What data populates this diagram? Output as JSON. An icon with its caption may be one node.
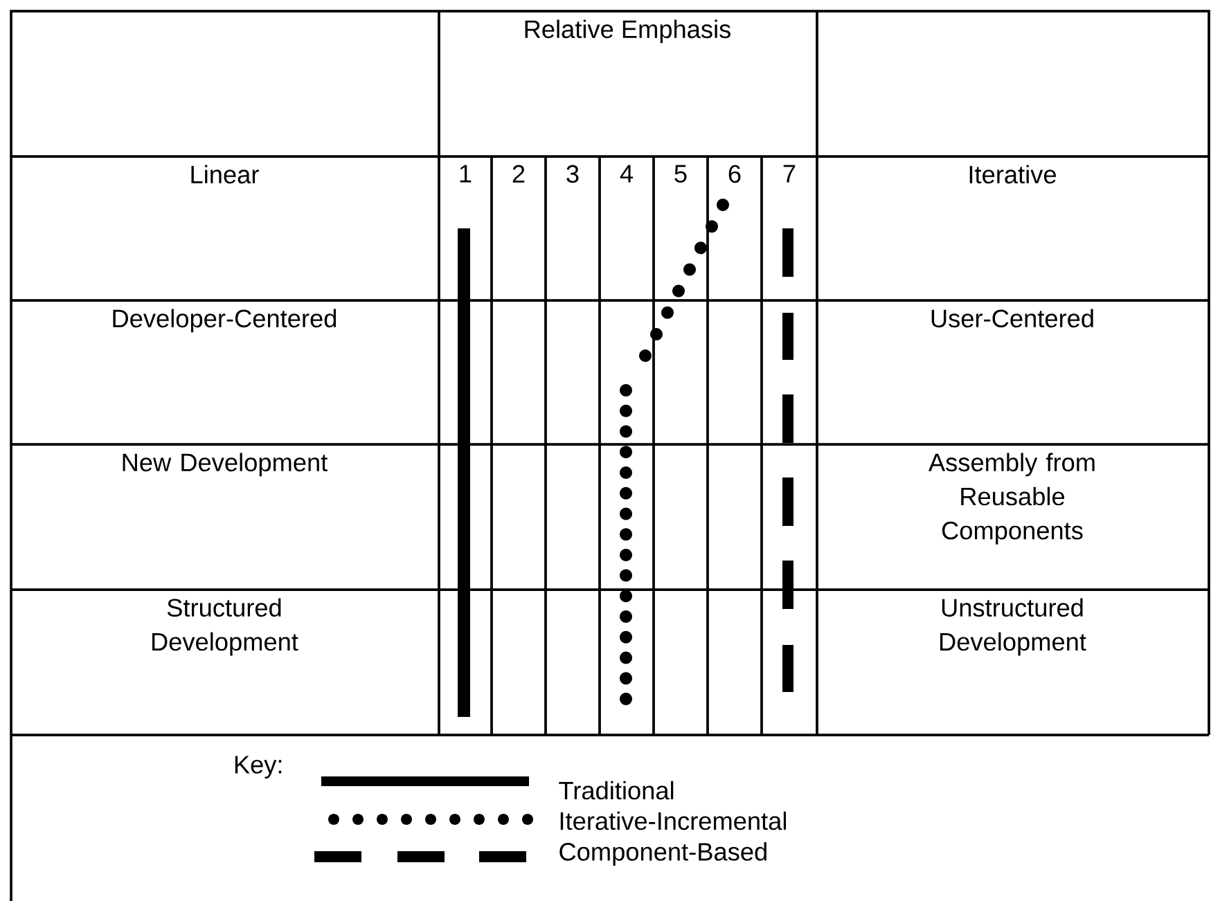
{
  "diagram": {
    "labels": [
      "Relative Emphasis",
      "Linear",
      "1",
      "2",
      "3",
      "4",
      "5",
      "6",
      "7",
      "Iterative",
      "Developer-Centered",
      "User-Centered",
      "New Development",
      "Assembly from Reusable Components",
      "Structured Development",
      "Unstructured Development",
      "Key:"
    ],
    "legend": [
      {
        "text": "Traditional"
      },
      {
        "text": "Iterative-Incremental"
      },
      {
        "text": "Component-Based"
      }
    ]
  }
}
